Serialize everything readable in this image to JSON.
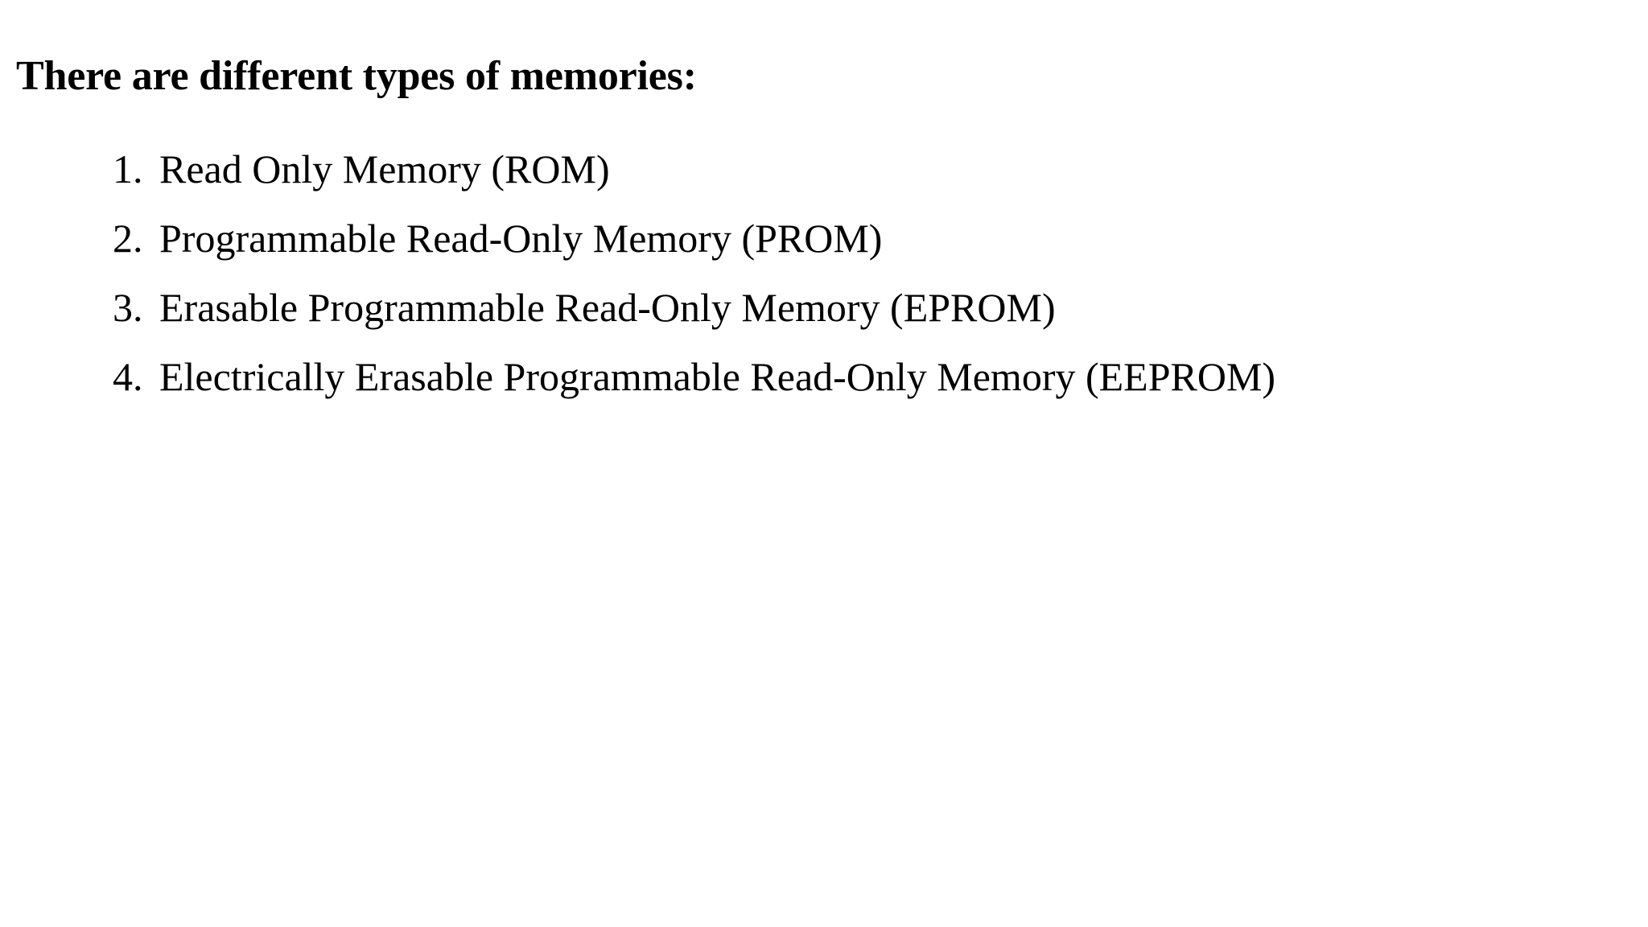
{
  "slide": {
    "background_color": "#ffffff",
    "text_color": "#000000",
    "title": "There are different types of memories:",
    "list": {
      "marker_style": "decimal-with-period",
      "items": [
        {
          "number": "1.",
          "label": "Read Only Memory (ROM)"
        },
        {
          "number": "2.",
          "label": "Programmable Read-Only Memory (PROM)"
        },
        {
          "number": "3.",
          "label": "Erasable Programmable Read-Only Memory (EPROM)"
        },
        {
          "number": "4.",
          "label": "Electrically Erasable Programmable Read-Only Memory (EEPROM)"
        }
      ]
    }
  }
}
